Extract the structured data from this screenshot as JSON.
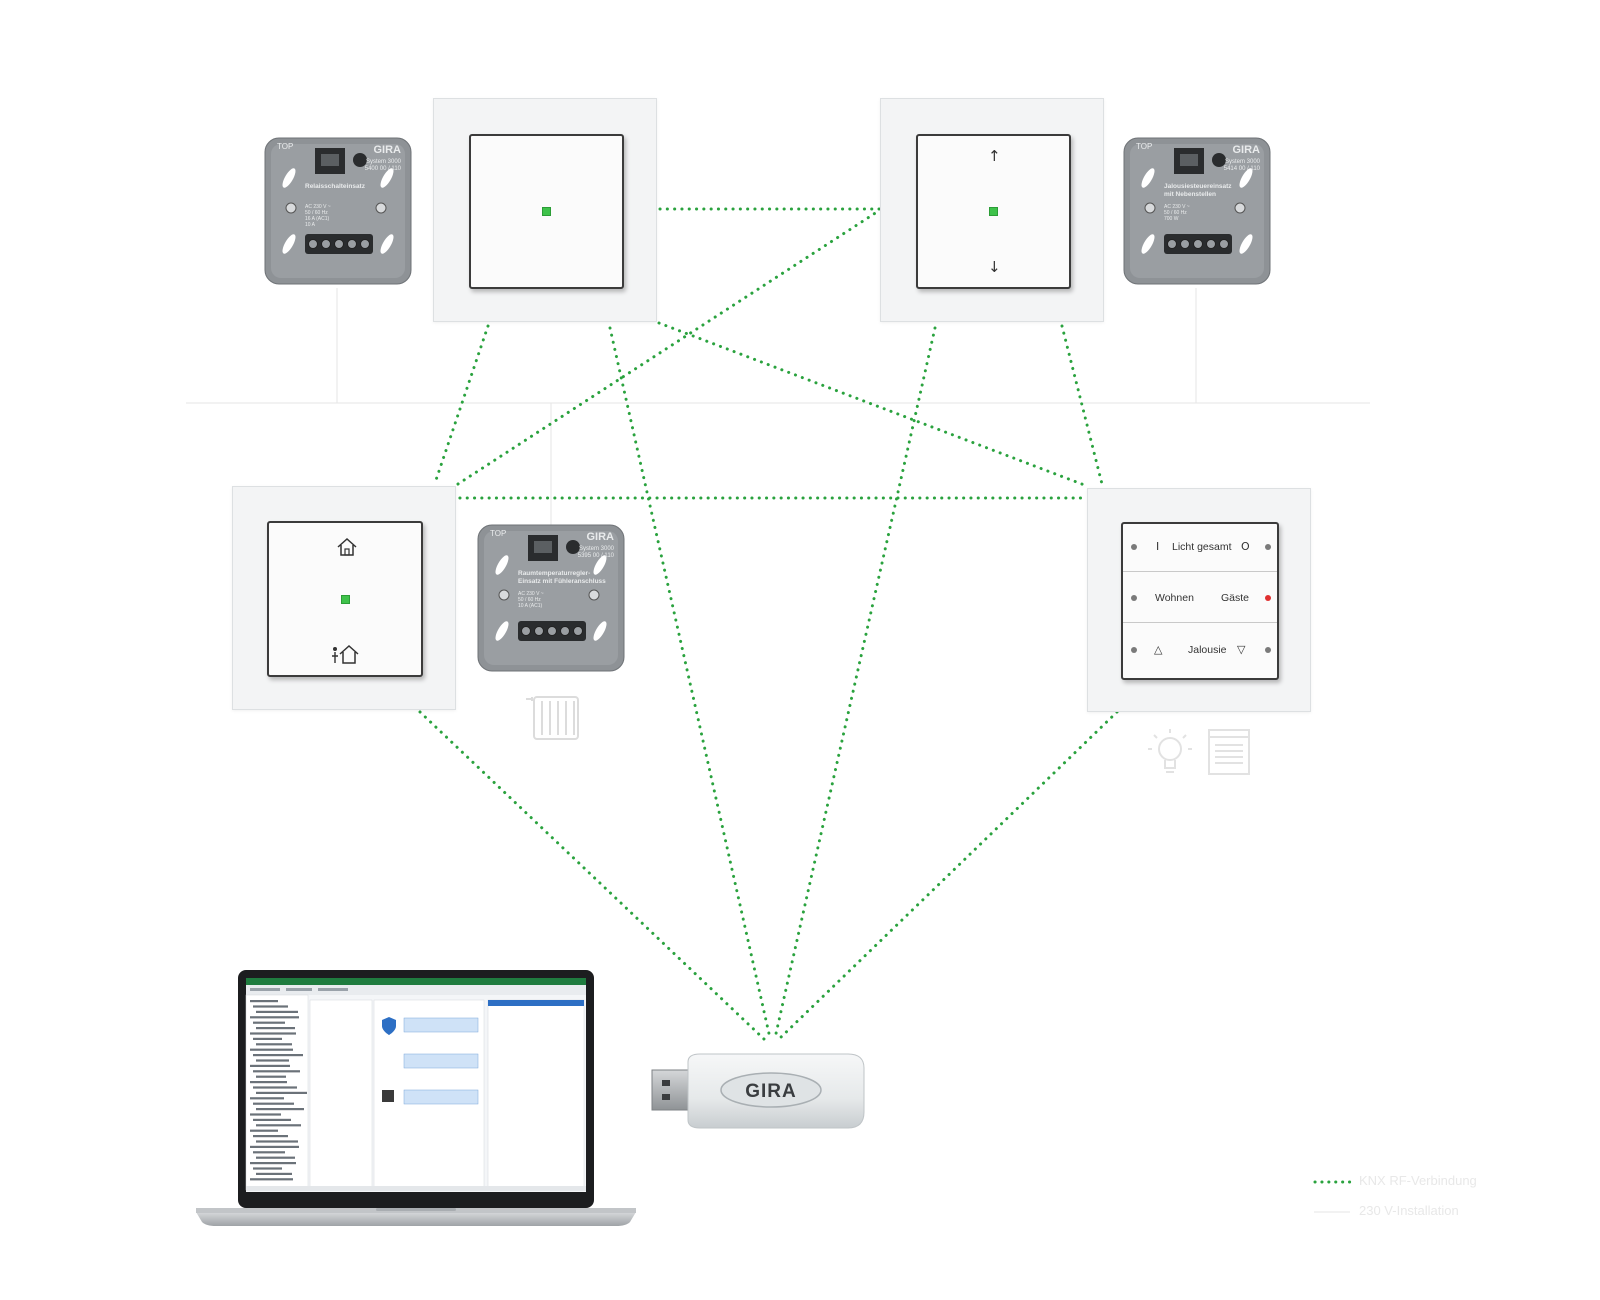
{
  "colors": {
    "rf_link": "#2aa23e",
    "wire": "#e6e6e6",
    "led": "#3ec24a",
    "led_red": "#e03030"
  },
  "inserts": {
    "relay": {
      "brand": "GIRA",
      "top": "TOP",
      "system": "System 3000",
      "article": "5400 00 / 110",
      "title": "Relaisschalteinsatz",
      "specs": "AC 230 V ~\n50 / 60 Hz\n16 A (AC1)\n10 A"
    },
    "blind": {
      "brand": "GIRA",
      "top": "TOP",
      "system": "System 3000",
      "article": "5414 00 / 110",
      "title": "Jalousiesteuereinsatz\nmit Nebenstellen",
      "specs": "AC 230 V ~\n50 / 60 Hz\n700 W"
    },
    "thermostat": {
      "brand": "GIRA",
      "top": "TOP",
      "system": "System 3000",
      "article": "5395 00 / 110",
      "title": "Raumtemperaturregler-\nEinsatz mit Fühleranschluss",
      "specs": "AC 230 V ~\n50 / 60 Hz\n10 A (AC1)"
    }
  },
  "pushbutton": {
    "rows": [
      {
        "left": "I",
        "label": "Licht gesamt",
        "right": "O"
      },
      {
        "left": "",
        "label": "Wohnen",
        "right": "Gäste"
      },
      {
        "left": "△",
        "label": "Jalousie",
        "right": "▽"
      }
    ]
  },
  "switch_blind": {
    "up": "↑",
    "down": "↓"
  },
  "usb_stick": {
    "brand": "GIRA"
  },
  "icons": [
    "radiator-icon",
    "lightbulb-icon",
    "blind-icon",
    "home-icon",
    "away-icon"
  ],
  "legend": {
    "rf": "KNX RF-Verbindung",
    "wire": "230 V-Installation"
  }
}
